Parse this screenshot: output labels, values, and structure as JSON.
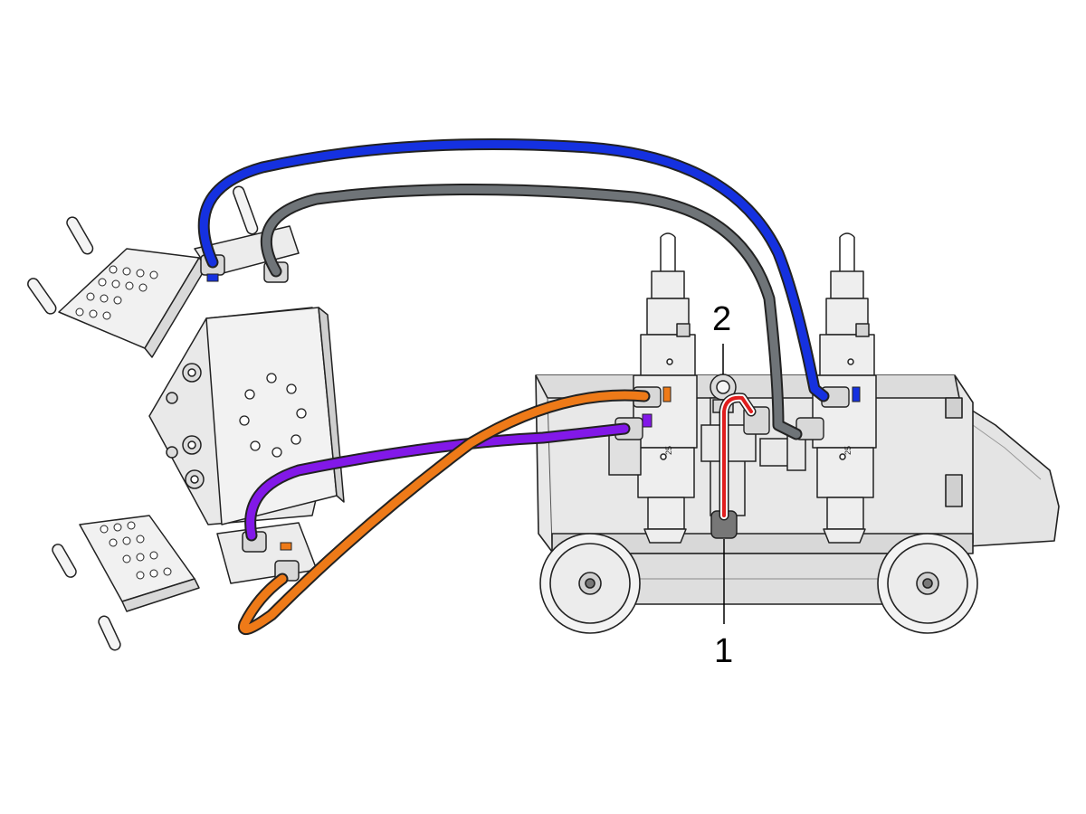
{
  "callouts": {
    "one": {
      "label": "1"
    },
    "two": {
      "label": "2"
    }
  },
  "valve_marks": {
    "left": "25",
    "right": "25"
  },
  "colors": {
    "hose_blue": "#1531e0",
    "hose_gray": "#6f7478",
    "hose_orange": "#ee7a18",
    "hose_purple": "#8218e8",
    "hose_red": "#e01e1e",
    "body_fill": "#e6e6e6",
    "body_stroke": "#222222"
  }
}
